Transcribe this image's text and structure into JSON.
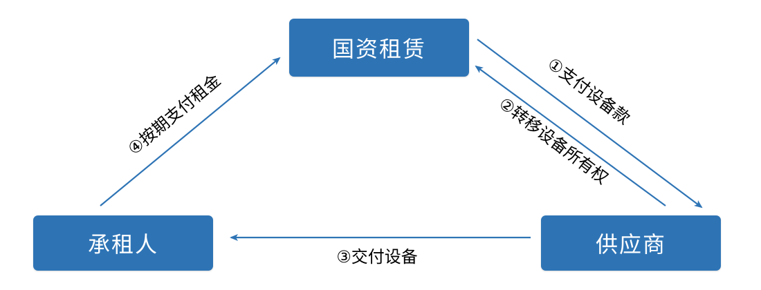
{
  "colors": {
    "node_fill": "#2e74b5",
    "arrow": "#2e74b5",
    "label_text": "#000000"
  },
  "nodes": {
    "lessor": "国资租赁",
    "lessee": "承租人",
    "supplier": "供应商"
  },
  "edges": {
    "pay_equipment": "①支付设备款",
    "transfer_ownership": "②转移设备所有权",
    "deliver_equipment": "③交付设备",
    "pay_rent": "④按期支付租金"
  }
}
